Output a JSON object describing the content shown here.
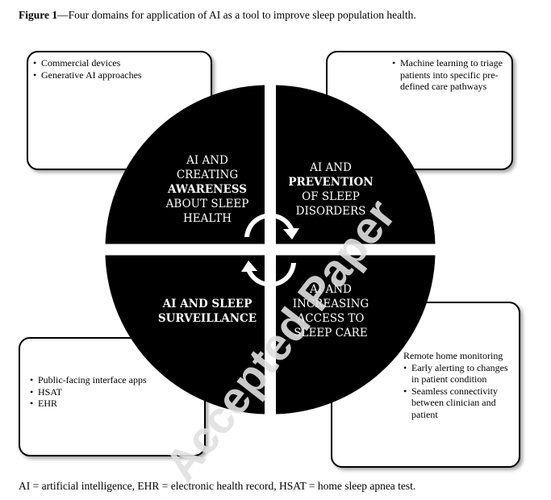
{
  "title": {
    "label": "Figure 1",
    "text": "—Four domains for application of AI as a tool to improve sleep population health."
  },
  "footer": "AI = artificial intelligence, EHR = electronic health record, HSAT = home sleep apnea test.",
  "watermark": "Accepted Paper",
  "boxes": {
    "top_left": [
      "Commercial devices",
      "Generative AI approaches"
    ],
    "top_right": [
      "Machine learning to triage patients into specific pre-defined care pathways"
    ],
    "bottom_left": [
      "Public-facing interface apps",
      "HSAT",
      "EHR"
    ],
    "bottom_right": {
      "heading": "Remote home monitoring",
      "items": [
        "Early alerting to changes in patient condition",
        "Seamless connectivity between clinician and patient"
      ]
    }
  },
  "quadrants": {
    "top_left": {
      "line1": "AI AND",
      "line2": "CREATING",
      "line3": "AWARENESS",
      "line4": "ABOUT SLEEP",
      "line5": "HEALTH"
    },
    "top_right": {
      "line1": "AI AND",
      "line2": "PREVENTION",
      "line3": "OF SLEEP",
      "line4": "DISORDERS"
    },
    "bottom_left": {
      "line1": "AI AND SLEEP",
      "line2": "SURVEILLANCE"
    },
    "bottom_right": {
      "line1": "AI AND",
      "line2": "INCREASING",
      "line3": "ACCESS TO",
      "line4": "SLEEP CARE"
    }
  },
  "colors": {
    "quadrant": "#000000",
    "text": "#ffffff",
    "cycle": "#ffffff"
  },
  "center_icon": "cycle-arrows-icon"
}
